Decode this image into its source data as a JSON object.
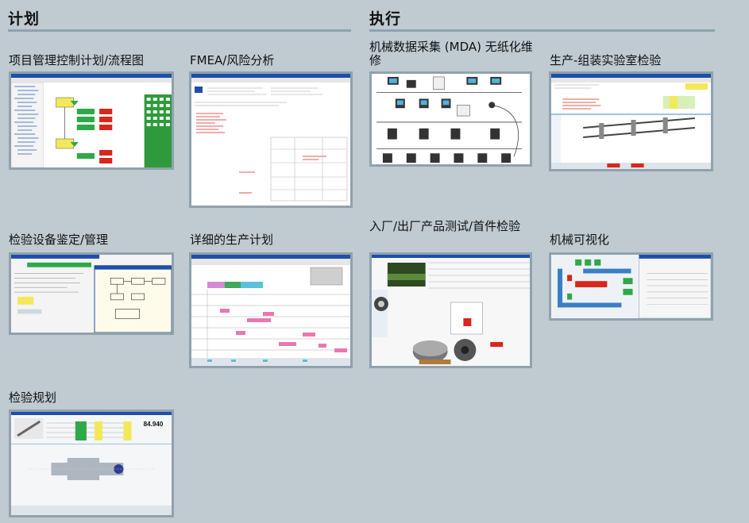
{
  "sections": {
    "plan": "计划",
    "execute": "执行"
  },
  "cards": {
    "project_plan": "项目管理控制计划/流程图",
    "fmea": "FMEA/风险分析",
    "mda": "机械数据采集 (MDA) 无纸化维修",
    "lab": "生产-组装实验室检验",
    "equipment": "检验设备鉴定/管理",
    "production_plan": "详细的生产计划",
    "incoming": "入厂/出厂产品测试/首件检验",
    "visualization": "机械可视化",
    "inspection_planning": "检验规划"
  },
  "thumb_text": {
    "inspection_value": "84.940"
  },
  "colors": {
    "background": "#bfcbd1",
    "rule": "#8ea3ad",
    "frame": "#8fa2ad",
    "accent_green": "#2fa84a",
    "accent_red": "#d9261c",
    "accent_blue": "#1e4fa8"
  }
}
